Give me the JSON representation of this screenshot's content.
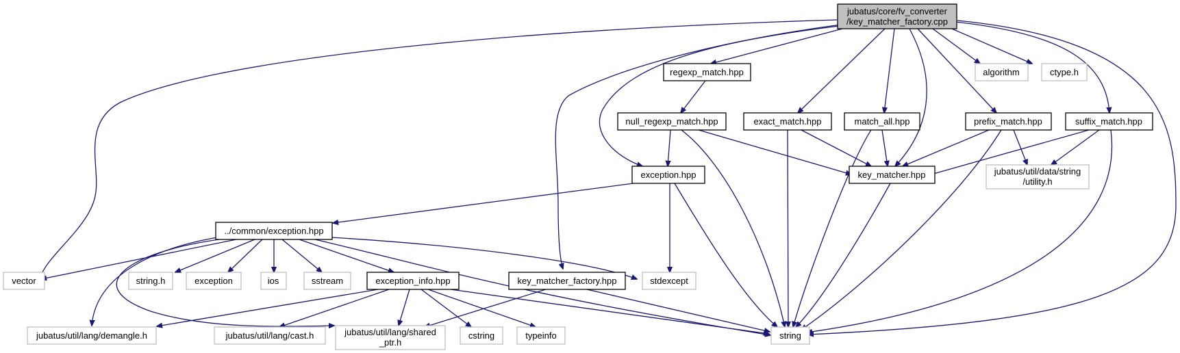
{
  "graph": {
    "root": {
      "line1": "jubatus/core/fv_converter",
      "line2": "/key_matcher_factory.cpp"
    },
    "nodes": {
      "regexp_match": {
        "label": "regexp_match.hpp"
      },
      "algorithm": {
        "label": "algorithm"
      },
      "ctype": {
        "label": "ctype.h"
      },
      "null_regexp": {
        "label": "null_regexp_match.hpp"
      },
      "exact_match": {
        "label": "exact_match.hpp"
      },
      "match_all": {
        "label": "match_all.hpp"
      },
      "prefix_match": {
        "label": "prefix_match.hpp"
      },
      "suffix_match": {
        "label": "suffix_match.hpp"
      },
      "exception_hpp": {
        "label": "exception.hpp"
      },
      "key_matcher": {
        "label": "key_matcher.hpp"
      },
      "string_utility": {
        "line1": "jubatus/util/data/string",
        "line2": "/utility.h"
      },
      "common_exception": {
        "label": "../common/exception.hpp"
      },
      "vector": {
        "label": "vector"
      },
      "string_h": {
        "label": "string.h"
      },
      "exception": {
        "label": "exception"
      },
      "ios": {
        "label": "ios"
      },
      "sstream": {
        "label": "sstream"
      },
      "exception_info": {
        "label": "exception_info.hpp"
      },
      "key_matcher_factory": {
        "label": "key_matcher_factory.hpp"
      },
      "stdexcept": {
        "label": "stdexcept"
      },
      "demangle": {
        "label": "jubatus/util/lang/demangle.h"
      },
      "cast": {
        "label": "jubatus/util/lang/cast.h"
      },
      "shared_ptr": {
        "line1": "jubatus/util/lang/shared",
        "line2": "_ptr.h"
      },
      "cstring": {
        "label": "cstring"
      },
      "typeinfo": {
        "label": "typeinfo"
      },
      "string": {
        "label": "string"
      }
    },
    "edge_color": "#191970",
    "external_border_color": "#bfbfbf",
    "root_fill": "#bfbfbf"
  }
}
